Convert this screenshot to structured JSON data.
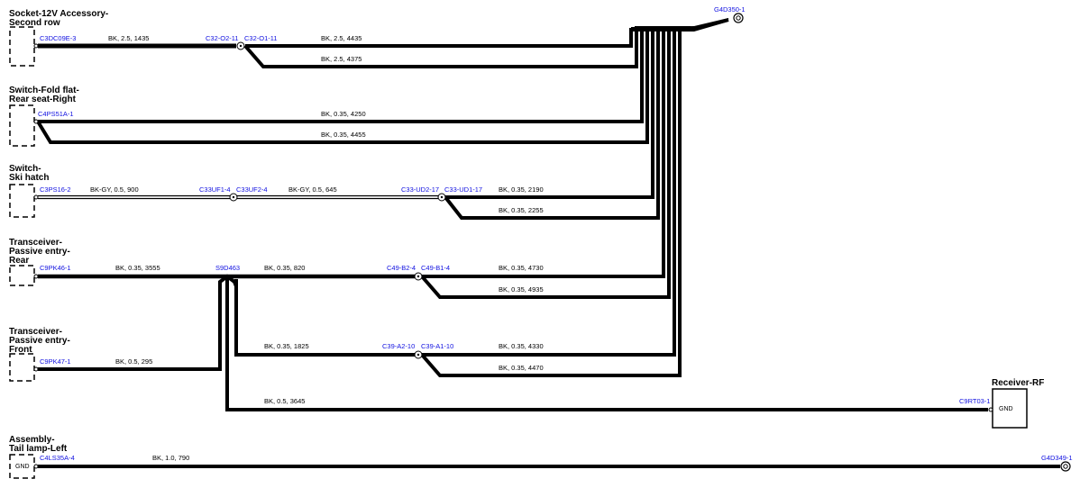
{
  "components": {
    "socket": {
      "line1": "Socket-12V Accessory-",
      "line2": "Second row"
    },
    "switch_fold": {
      "line1": "Switch-Fold flat-",
      "line2": "Rear seat-Right"
    },
    "switch_ski": {
      "line1": "Switch-",
      "line2": "Ski hatch"
    },
    "transceiver_rear": {
      "line1": "Transceiver-",
      "line2": "Passive entry-",
      "line3": "Rear"
    },
    "transceiver_front": {
      "line1": "Transceiver-",
      "line2": "Passive entry-",
      "line3": "Front"
    },
    "tail_lamp": {
      "line1": "Assembly-",
      "line2": "Tail lamp-Left"
    },
    "receiver_rf": {
      "line1": "Receiver-RF"
    }
  },
  "connectors": {
    "c3dc09e": "C3DC09E-3",
    "c32_o2": "C32-O2-11",
    "c32_o1": "C32-O1-11",
    "c4ps51a": "C4PS51A-1",
    "c3ps16": "C3PS16-2",
    "c33uf1": "C33UF1-4",
    "c33uf2": "C33UF2-4",
    "c33_ud2": "C33-UD2-17",
    "c33_ud1": "C33-UD1-17",
    "c9pk46": "C9PK46-1",
    "s9d463": "S9D463",
    "c49_b2": "C49-B2-4",
    "c49_b1": "C49-B1-4",
    "c9pk47": "C9PK47-1",
    "c39_a2": "C39-A2-10",
    "c39_a1": "C39-A1-10",
    "c9rt03": "C9RT03-1",
    "c4ls35a": "C4LS35A-4",
    "g4d350": "G4D350-1",
    "g4d349": "G4D349-1"
  },
  "wires": {
    "w1435": "BK,  2.5,  1435",
    "w4435": "BK,  2.5,  4435",
    "w4375": "BK,  2.5,  4375",
    "w4250": "BK,  0.35,  4250",
    "w4455": "BK,  0.35,  4455",
    "w900": "BK-GY,  0.5,  900",
    "w645": "BK-GY,  0.5,  645",
    "w2190": "BK,  0.35,  2190",
    "w2255": "BK,  0.35,  2255",
    "w3555": "BK,  0.35,  3555",
    "w820": "BK,  0.35,  820",
    "w4730": "BK,  0.35,  4730",
    "w4935": "BK,  0.35,  4935",
    "w295": "BK,  0.5,  295",
    "w1825": "BK,  0.35,  1825",
    "w4330": "BK,  0.35,  4330",
    "w4470": "BK,  0.35,  4470",
    "w3645": "BK,  0.5,  3645",
    "w790": "BK,  1.0,  790"
  },
  "pins": {
    "receiver_gnd": "GND",
    "taillamp_gnd": "GND"
  }
}
